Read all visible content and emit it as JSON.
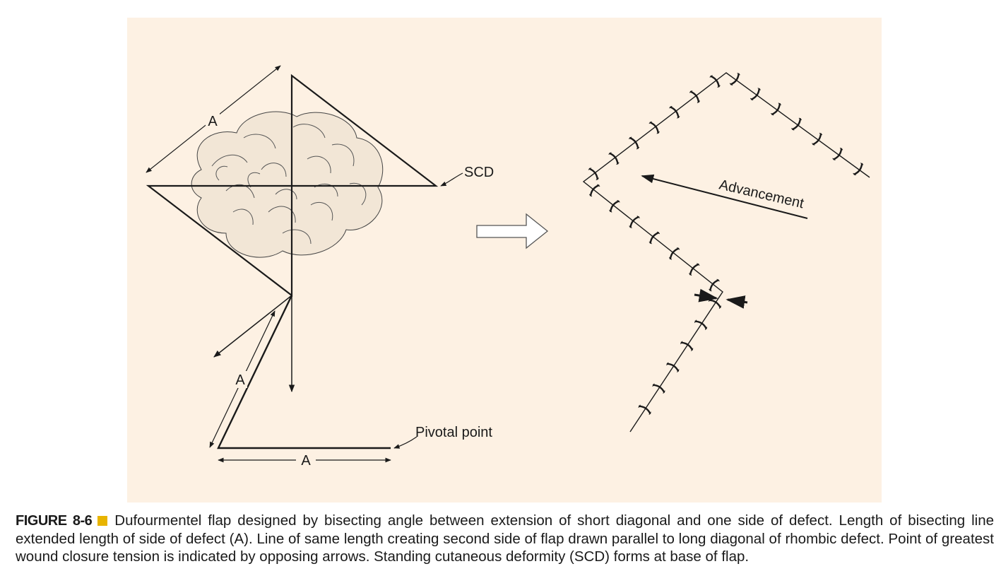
{
  "figure": {
    "labels": {
      "side_a_top": "A",
      "scd": "SCD",
      "side_a_flap": "A",
      "side_a_base": "A",
      "pivotal_point": "Pivotal point",
      "advancement": "Advancement"
    }
  },
  "caption": {
    "figure_number": "FIGURE 8-6",
    "text": "Dufourmentel flap designed by bisecting angle between extension of short diagonal and one side of defect. Length of bisecting line extended length of side of defect (A). Line of same length creating second side of flap drawn parallel to long diagonal of rhombic defect. Point of greatest wound closure tension is indicated by opposing arrows. Standing cutaneous deformity (SCD) forms at base of flap."
  },
  "colors": {
    "panel_background": "#fdf1e3",
    "line": "#1a1a1a",
    "lesion_fill": "#f2e6d6",
    "figure_square": "#e8b400"
  }
}
